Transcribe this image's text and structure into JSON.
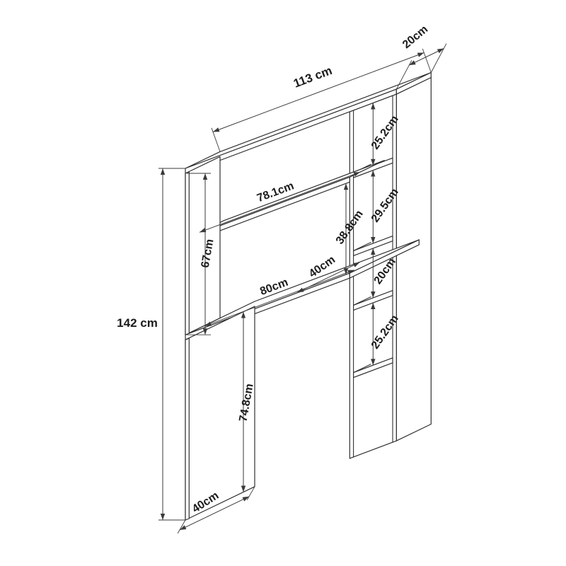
{
  "canvas": {
    "background": "#ffffff",
    "line_color": "#2f2f2f",
    "dimension_line_color": "#3a3a3a",
    "text_color": "#1c1c1c"
  },
  "diagram": {
    "type": "furniture-dimension-drawing",
    "subject": "desk with hutch and side shelf column",
    "units": "cm",
    "dimensions": {
      "overall_width": "113 cm",
      "overall_height": "142 cm",
      "top_panel_depth": "20cm",
      "shelf_compartment_top": "25.2cm",
      "hutch_opening_width": "78.1cm",
      "hutch_opening_height": "38.8cm",
      "shelf_compartment_second": "29.5cm",
      "hutch_side_panel_height": "67cm",
      "shelf_compartment_third": "20cm",
      "desk_depth": "40cm",
      "desk_width": "80cm",
      "shelf_compartment_bottom": "25.2cm",
      "leg_panel_height": "74.8cm",
      "base_depth": "40cm"
    },
    "labels": [
      {
        "id": "overall-width",
        "text": "113 cm"
      },
      {
        "id": "top-panel-depth",
        "text": "20cm"
      },
      {
        "id": "shelf-compartment-top",
        "text": "25.2cm"
      },
      {
        "id": "hutch-opening-width",
        "text": "78.1cm"
      },
      {
        "id": "hutch-opening-height",
        "text": "38.8cm"
      },
      {
        "id": "shelf-compartment-2nd",
        "text": "29.5cm"
      },
      {
        "id": "hutch-side-height",
        "text": "67cm"
      },
      {
        "id": "shelf-compartment-3rd",
        "text": "20cm"
      },
      {
        "id": "desk-depth",
        "text": "40cm"
      },
      {
        "id": "desk-width",
        "text": "80cm"
      },
      {
        "id": "overall-height",
        "text": "142 cm"
      },
      {
        "id": "shelf-compartment-bot",
        "text": "25.2cm"
      },
      {
        "id": "leg-height",
        "text": "74.8cm"
      },
      {
        "id": "base-depth",
        "text": "40cm"
      }
    ]
  }
}
